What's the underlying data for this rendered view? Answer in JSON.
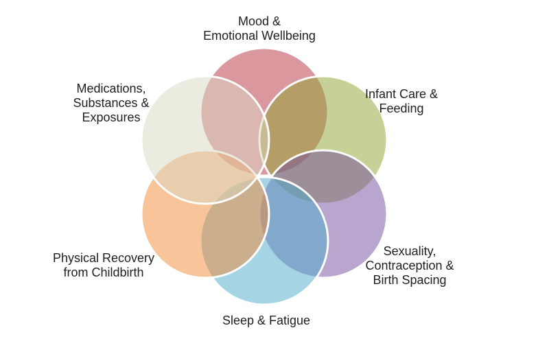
{
  "diagram": {
    "type": "venn-6-circle-flower",
    "background_color": "#ffffff",
    "text_color": "#1e1e1e",
    "circle_outline_color": "#ffffff",
    "circles": [
      {
        "id": "mood",
        "position": "top",
        "label_lines": [
          "Mood &",
          "Emotional Wellbeing"
        ],
        "color": "#b72f3d",
        "rendered_tint": "#db979e"
      },
      {
        "id": "infant-care",
        "position": "top-right",
        "label_lines": [
          "Infant Care &",
          "Feeding"
        ],
        "color": "#8da32f",
        "rendered_tint": "#c6d197"
      },
      {
        "id": "sexuality",
        "position": "bottom-right",
        "label_lines": [
          "Sexuality,",
          "Contraception &",
          "Birth Spacing"
        ],
        "color": "#734d9d",
        "rendered_tint": "#b9a6ce"
      },
      {
        "id": "sleep",
        "position": "bottom",
        "label_lines": [
          "Sleep & Fatigue"
        ],
        "color": "#4babc9",
        "rendered_tint": "#a5d5e4"
      },
      {
        "id": "physical-recovery",
        "position": "bottom-left",
        "label_lines": [
          "Physical Recovery",
          "from Childbirth"
        ],
        "color": "#f18935",
        "rendered_tint": "#f8c49a"
      },
      {
        "id": "medications",
        "position": "top-left",
        "label_lines": [
          "Medications,",
          "Substances &",
          "Exposures"
        ],
        "color": "#d9d7c1",
        "rendered_tint": "#ecebe0"
      }
    ]
  }
}
